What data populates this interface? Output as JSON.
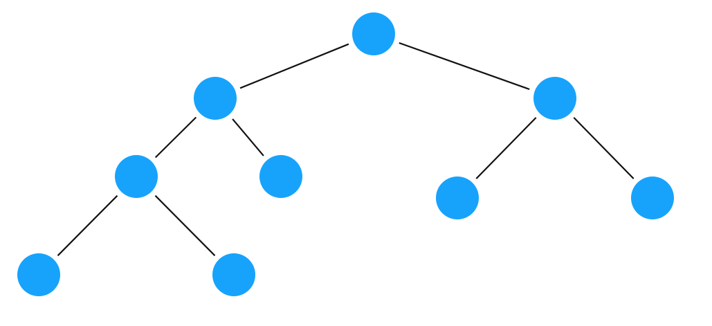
{
  "diagram": {
    "type": "binary-tree",
    "colors": {
      "node_fill": "#17a3fb",
      "edge_stroke": "#111111",
      "background": "#ffffff"
    },
    "nodes": [
      {
        "id": "root"
      },
      {
        "id": "left"
      },
      {
        "id": "right"
      },
      {
        "id": "left-left"
      },
      {
        "id": "left-right"
      },
      {
        "id": "right-left"
      },
      {
        "id": "right-right"
      },
      {
        "id": "left-left-left"
      },
      {
        "id": "left-left-right"
      }
    ],
    "edges": [
      {
        "from": "root",
        "to": "left"
      },
      {
        "from": "root",
        "to": "right"
      },
      {
        "from": "left",
        "to": "left-left"
      },
      {
        "from": "left",
        "to": "left-right"
      },
      {
        "from": "right",
        "to": "right-left"
      },
      {
        "from": "right",
        "to": "right-right"
      },
      {
        "from": "left-left",
        "to": "left-left-left"
      },
      {
        "from": "left-left",
        "to": "left-left-right"
      }
    ]
  }
}
